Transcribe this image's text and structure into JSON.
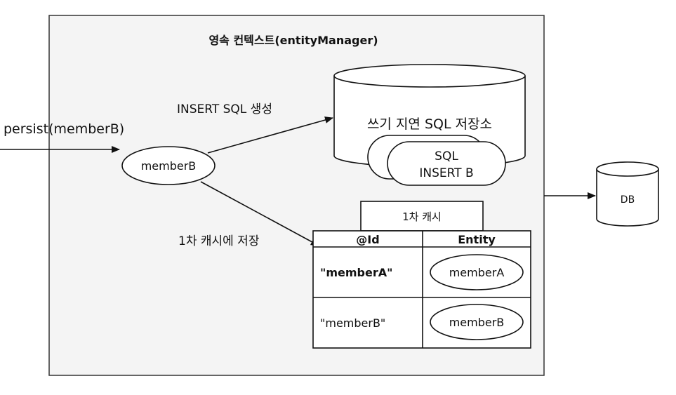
{
  "context_title": "영속 컨텍스트(entityManager)",
  "persist_label": "persist(memberB)",
  "insert_sql_label": "INSERT SQL 생성",
  "store_in_cache_label": "1차 캐시에 저장",
  "member_node": "memberB",
  "sql_store": {
    "title": "쓰기 지연 SQL 저장소",
    "front_line1": "SQL",
    "front_line2": "INSERT B"
  },
  "cache": {
    "title": "1차 캐시",
    "headers": [
      "@Id",
      "Entity"
    ],
    "rows": [
      {
        "id": "\"memberA\"",
        "entity": "memberA"
      },
      {
        "id": "\"memberB\"",
        "entity": "memberB"
      }
    ]
  },
  "db_label": "DB"
}
